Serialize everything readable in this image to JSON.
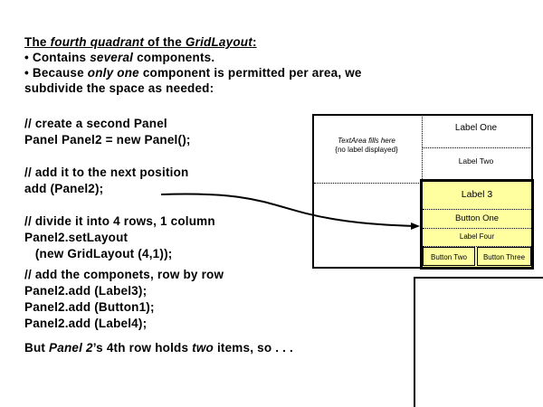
{
  "intro": {
    "title_parts": [
      "The ",
      "fourth quadrant",
      " of the ",
      "GridLayout",
      ":"
    ],
    "bullet1_parts": [
      "• Contains ",
      "several",
      " components."
    ],
    "bullet2_parts": [
      "• Because ",
      "only one",
      " component is permitted per area, we"
    ],
    "bullet2_cont": "subdivide the space as needed:"
  },
  "code": {
    "c1": "// create a second Panel",
    "l1": "Panel Panel2 = new Panel();",
    "c2": "// add it to the next position",
    "l2": "add (Panel2);",
    "c3": "// divide it into 4 rows, 1 column",
    "l3": "Panel2.setLayout",
    "l4": "   (new GridLayout (4,1));",
    "c4": "// add the componets, row by row",
    "l5": "Panel2.add (Label3);",
    "l6": "Panel2.add (Button1);",
    "l7": "Panel2.add (Label4);"
  },
  "closing_parts": [
    "But ",
    "Panel 2",
    "’s 4th row holds ",
    "two",
    " items, so . . ."
  ],
  "diagram": {
    "textarea_line1": "TextArea fills here",
    "textarea_line2": "{no label displayed}",
    "label_one": "Label One",
    "label_two": "Label Two",
    "label_3": "Label 3",
    "button_one": "Button One",
    "label_four": "Label Four",
    "button_two": "Button Two",
    "button_three": "Button Three",
    "panel_color": "#ffffa0"
  }
}
